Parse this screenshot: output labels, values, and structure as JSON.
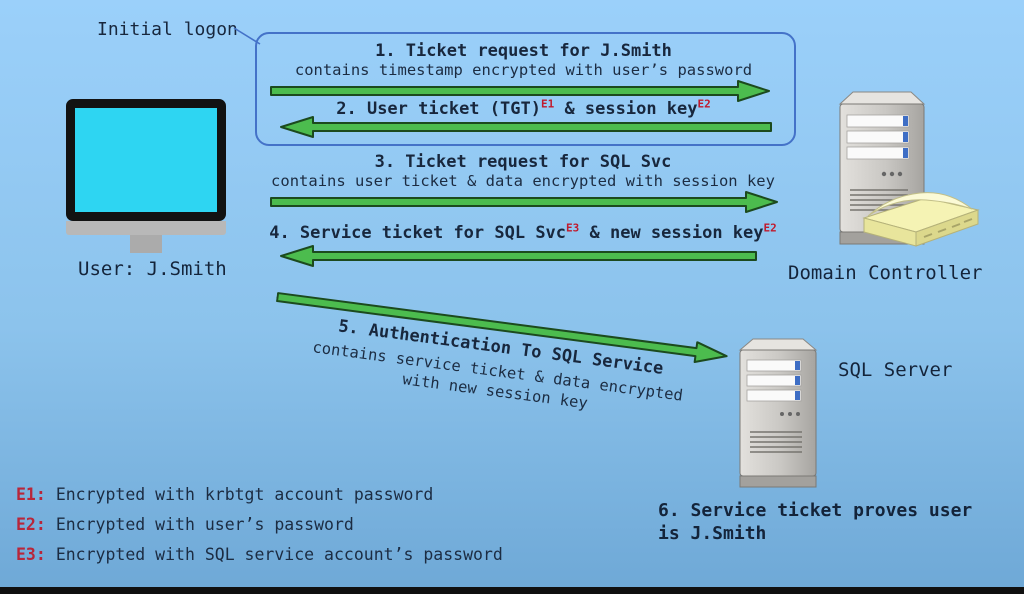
{
  "labels": {
    "initial_logon": "Initial logon",
    "user": "User: J.Smith",
    "domain_controller": "Domain Controller",
    "sql_server": "SQL Server"
  },
  "messages": {
    "m1": {
      "title": "1. Ticket request for J.Smith",
      "subtitle": "contains timestamp encrypted with user’s password",
      "direction": "right"
    },
    "m2": {
      "pre": "2. User ticket (TGT)",
      "sup1": "E1",
      "mid": " & session key",
      "sup2": "E2",
      "direction": "left"
    },
    "m3": {
      "title": "3. Ticket request for SQL Svc",
      "subtitle": "contains user ticket & data encrypted with session key",
      "direction": "right"
    },
    "m4": {
      "pre": "4. Service ticket for SQL Svc",
      "sup1": "E3",
      "mid": " & new session key",
      "sup2": "E2",
      "direction": "left"
    },
    "m5": {
      "title": "5. Authentication To SQL Service",
      "sub1": "contains service ticket & data encrypted",
      "sub2": "with new session key",
      "direction": "diagonal-right"
    },
    "m6": {
      "line1": "6. Service ticket proves user",
      "line2": "is J.Smith"
    }
  },
  "legend": [
    {
      "key": "E1:",
      "text": "Encrypted with krbtgt account password"
    },
    {
      "key": "E2:",
      "text": "Encrypted with user’s password"
    },
    {
      "key": "E3:",
      "text": "Encrypted with SQL service account’s password"
    }
  ],
  "colors": {
    "background_top": "#9bd0fa",
    "background_bottom": "#6ea8d6",
    "arrow_fill": "#4cbc4e",
    "arrow_outline": "#1c4a1e",
    "text": "#18273d",
    "red_note": "#c01a2e",
    "callout_border": "#4472c8",
    "screen_cyan": "#2ed5f2"
  }
}
